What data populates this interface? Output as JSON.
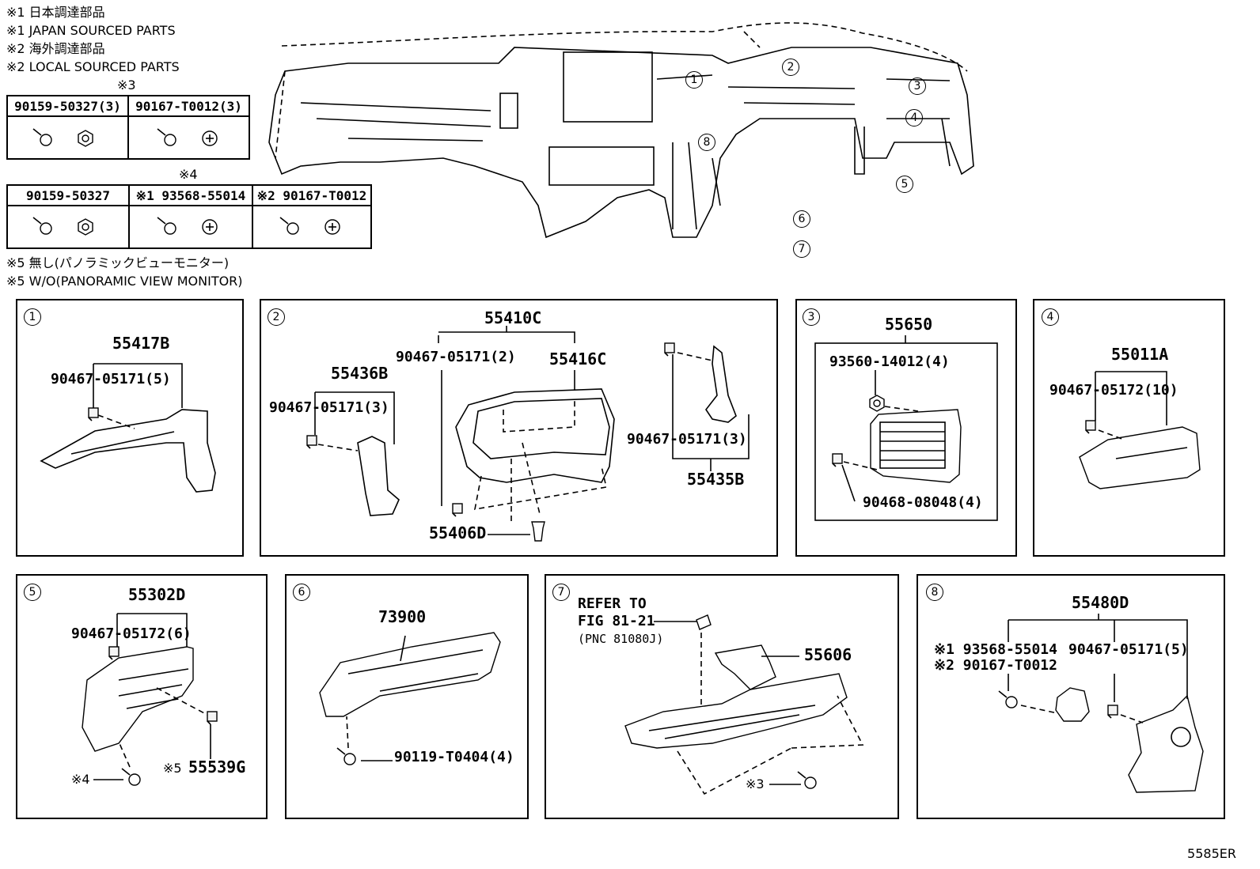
{
  "notes": {
    "n1_jp": "※1 日本調達部品",
    "n1_en": "※1 JAPAN SOURCED PARTS",
    "n2_jp": "※2 海外調達部品",
    "n2_en": "※2 LOCAL SOURCED PARTS",
    "n5_jp": "※5 無し(パノラミックビューモニター)",
    "n5_en": "※5 W/O(PANORAMIC VIEW MONITOR)"
  },
  "fastener_table_1": {
    "label": "※3",
    "cols": [
      "90159-50327(3)",
      "90167-T0012(3)"
    ]
  },
  "fastener_table_2": {
    "label": "※4",
    "cols": [
      "90159-50327",
      "※1 93568-55014",
      "※2 90167-T0012"
    ]
  },
  "overview_callouts": [
    "1",
    "2",
    "3",
    "4",
    "5",
    "6",
    "7",
    "8"
  ],
  "panels": {
    "p1": {
      "num": "1",
      "parts": {
        "main": "55417B",
        "clip": "90467-05171(5)"
      }
    },
    "p2": {
      "num": "2",
      "parts": {
        "assy": "55410C",
        "clip_a": "90467-05171(2)",
        "cover": "55416C",
        "sub": "55436B",
        "clip_b": "90467-05171(3)",
        "clip_c": "90467-05171(3)",
        "side": "55435B",
        "fastener": "55406D"
      }
    },
    "p3": {
      "num": "3",
      "parts": {
        "assy": "55650",
        "screw": "93560-14012(4)",
        "clip": "90468-08048(4)"
      }
    },
    "p4": {
      "num": "4",
      "parts": {
        "main": "55011A",
        "clip": "90467-05172(10)"
      }
    },
    "p5": {
      "num": "5",
      "parts": {
        "main": "55302D",
        "clip": "90467-05172(6)",
        "note4": "※4",
        "note5": "※5",
        "switch": "55539G"
      }
    },
    "p6": {
      "num": "6",
      "parts": {
        "main": "73900",
        "bolt": "90119-T0404(4)"
      }
    },
    "p7": {
      "num": "7",
      "parts": {
        "ref1": "REFER TO",
        "ref2": "FIG 81-21",
        "ref3": "(PNC 81080J)",
        "main": "55606",
        "note3": "※3"
      }
    },
    "p8": {
      "num": "8",
      "parts": {
        "main": "55480D",
        "screw1": "※1 93568-55014",
        "screw2": "※2 90167-T0012",
        "clip": "90467-05171(5)"
      }
    }
  },
  "figure_code": "5585ER"
}
